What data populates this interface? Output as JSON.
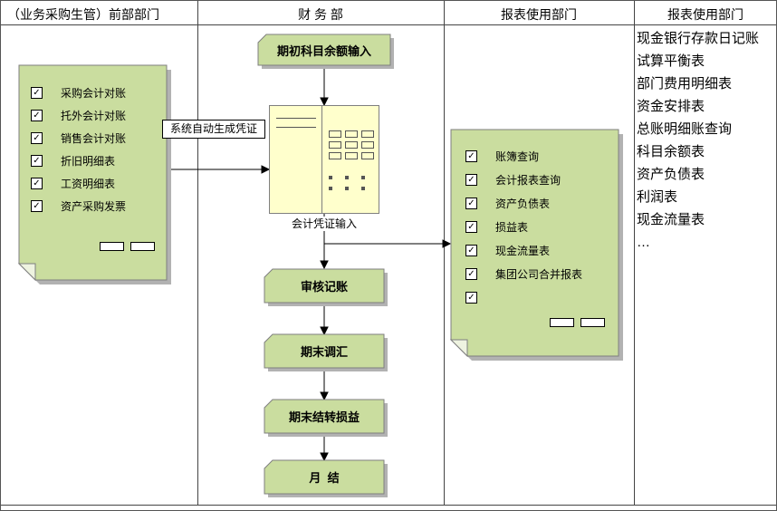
{
  "header": {
    "col1": "（业务采购生管）前部部门",
    "col2": "财 务 部",
    "col3": "报表使用部门",
    "col4": "报表使用部门"
  },
  "col1_note": {
    "items": [
      {
        "label": "采购会计对账",
        "tick": "✓"
      },
      {
        "label": "托外会计对账",
        "tick": "✓"
      },
      {
        "label": "销售会计对账",
        "tick": "✓"
      },
      {
        "label": "折旧明细表",
        "tick": "✓"
      },
      {
        "label": "工资明细表",
        "tick": "✓"
      },
      {
        "label": "资产采购发票",
        "tick": "✓"
      }
    ]
  },
  "finance": {
    "opening_label": "期初科目余额输入",
    "auto_label": "系统自动生成凭证",
    "voucher_label": "会计凭证输入",
    "steps": [
      "审核记账",
      "期末调汇",
      "期末结转损益",
      "月  结"
    ]
  },
  "col3_note": {
    "items": [
      {
        "label": "账簿查询",
        "tick": "✓"
      },
      {
        "label": "会计报表查询",
        "tick": "✓"
      },
      {
        "label": "资产负债表",
        "tick": "✓"
      },
      {
        "label": "损益表",
        "tick": "✓"
      },
      {
        "label": "现金流量表",
        "tick": "✓"
      },
      {
        "label": "集团公司合并报表",
        "tick": "✓"
      },
      {
        "label": "",
        "tick": "✓"
      }
    ]
  },
  "col4_list": {
    "items": [
      "现金银行存款日记账",
      "试算平衡表",
      "部门费用明细表",
      "资金安排表",
      "总账明细账查询",
      "科目余额表",
      "资产负债表",
      "利润表",
      "现金流量表",
      "…"
    ]
  },
  "colors": {
    "shape_green": "#cadd9f",
    "voucher_yellow": "#ffffcc",
    "shadow_gray": "#b2b2b2",
    "line_gray": "#7f7f7f"
  }
}
